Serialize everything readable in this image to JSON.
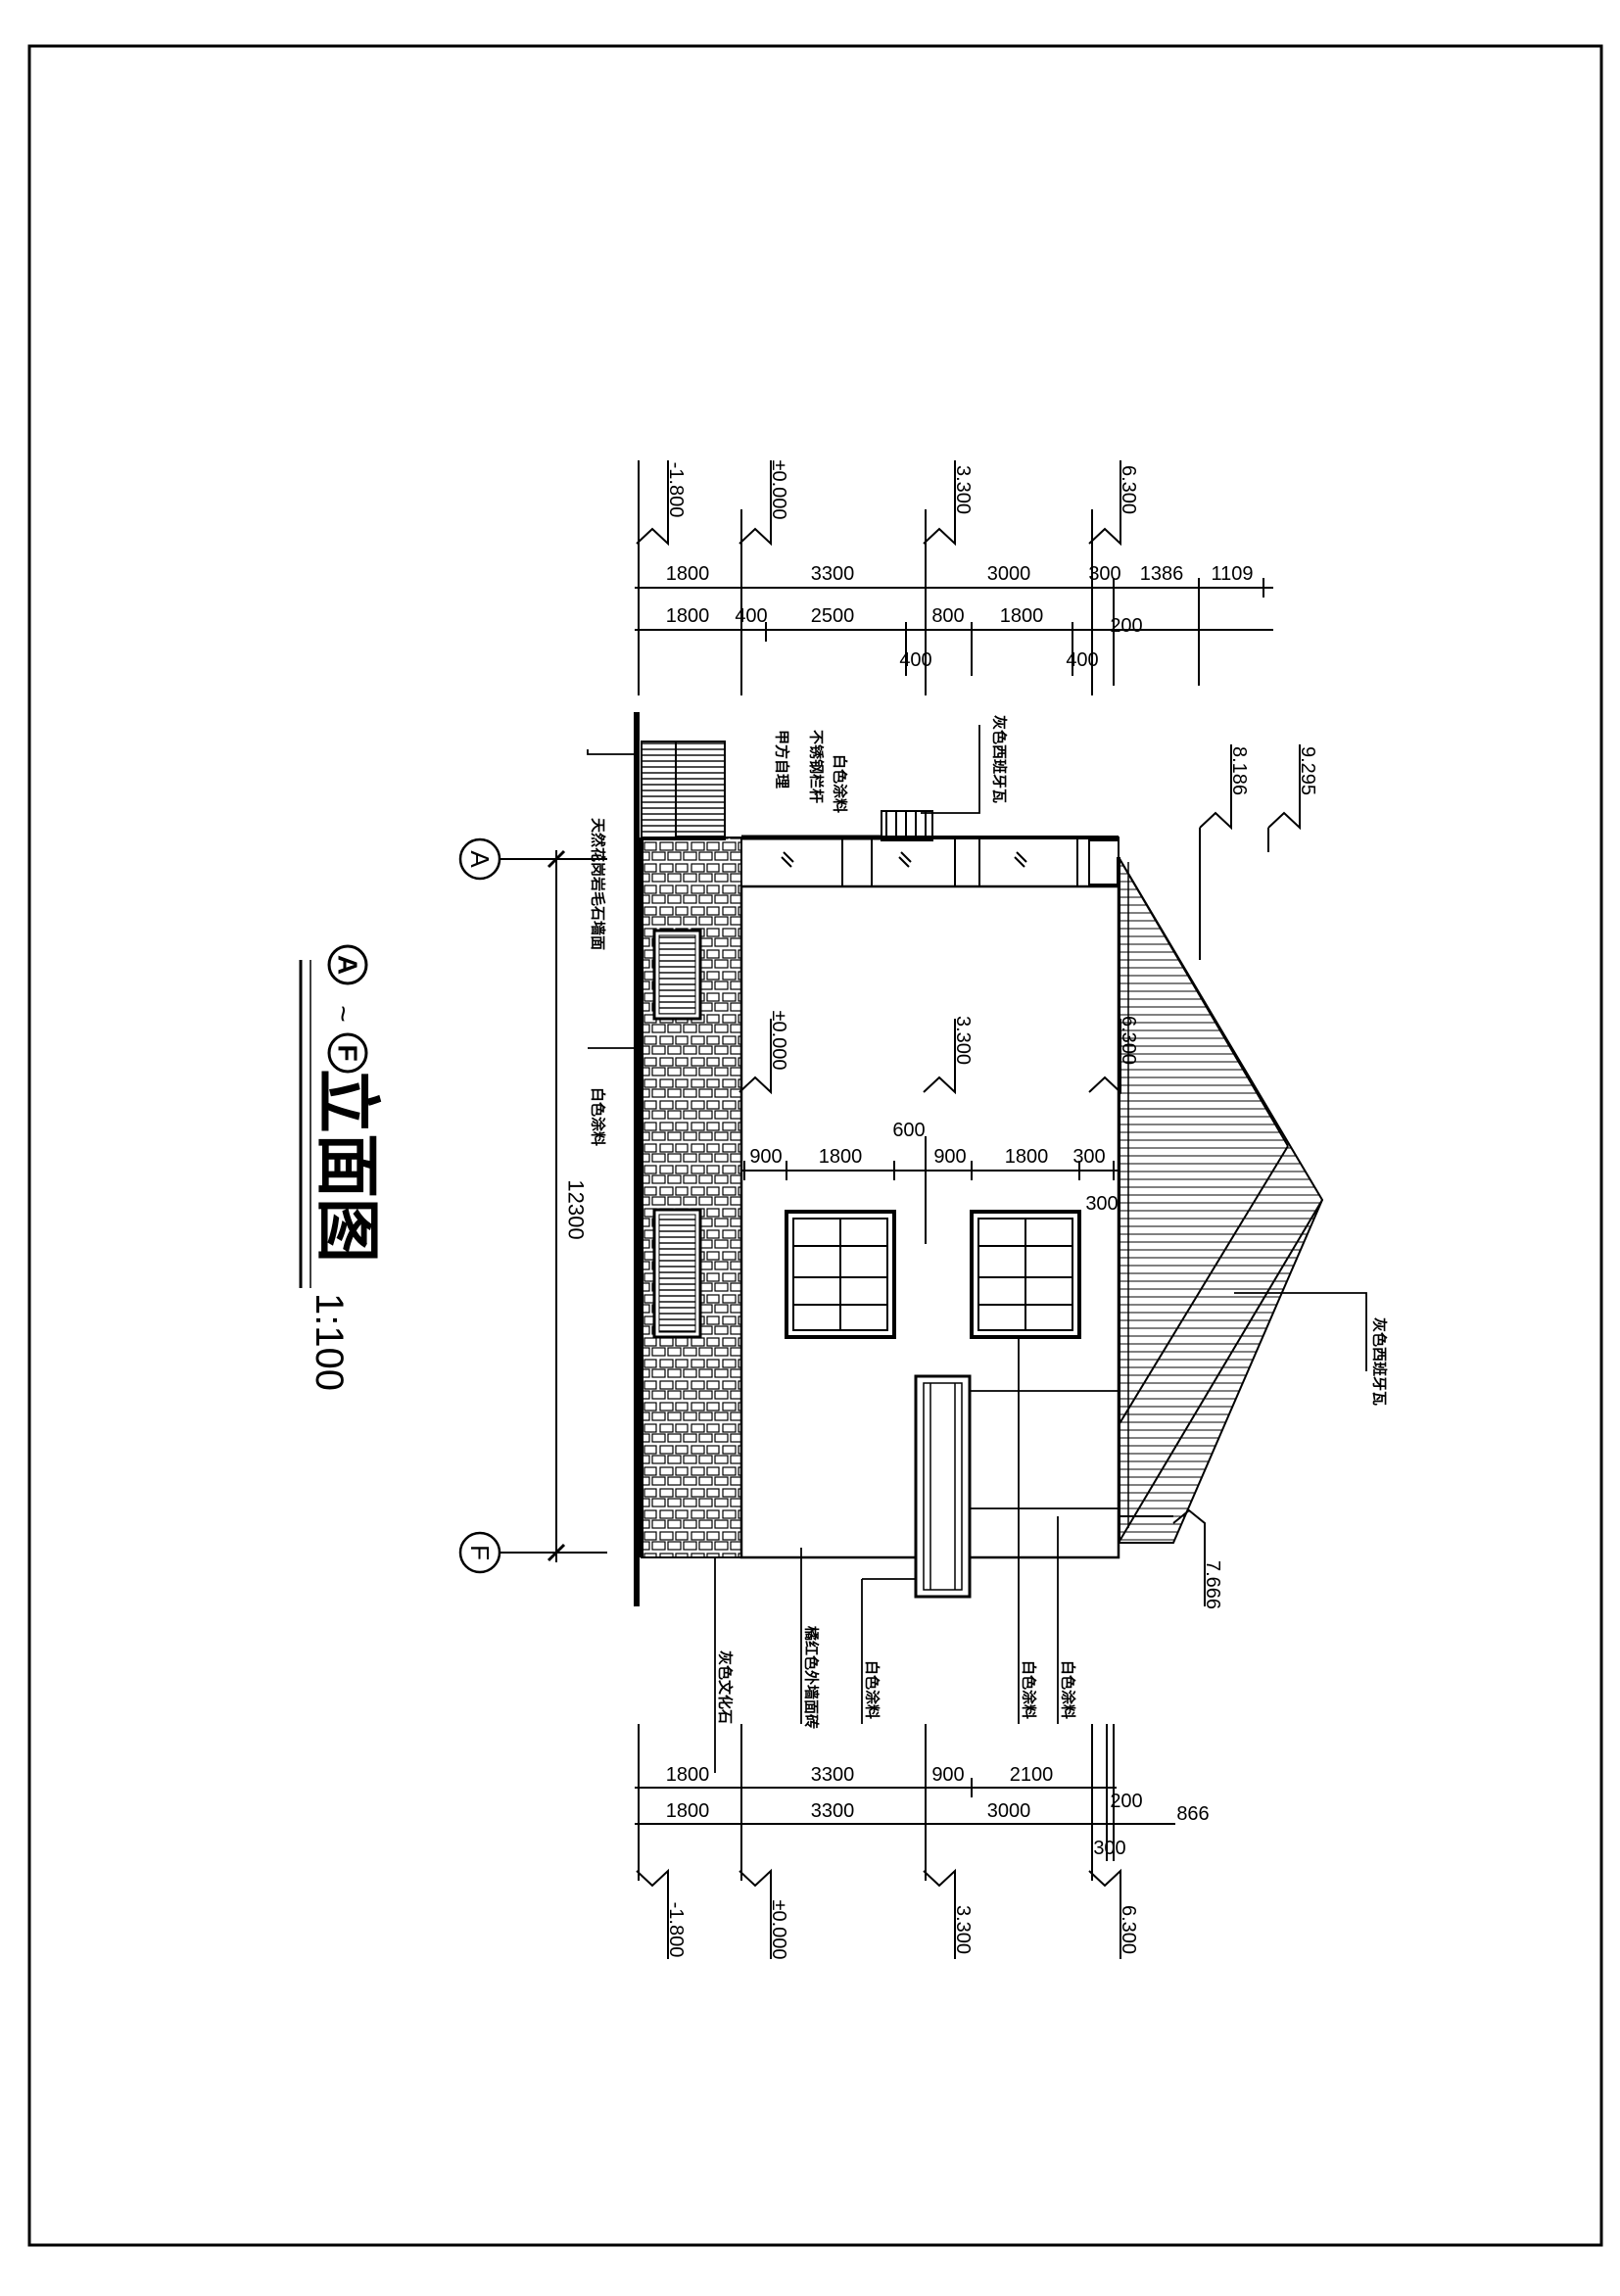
{
  "title": {
    "axis_from": "A",
    "axis_to": "F",
    "connector": "~",
    "name": "立面图",
    "scale": "1:100"
  },
  "axis_markers": {
    "start": "A",
    "end": "F"
  },
  "elevations": {
    "top_group": [
      "-1.800",
      "±0.000",
      "3.300",
      "6.300"
    ],
    "middle_group": [
      "±0.000",
      "3.300",
      "6.300"
    ],
    "bottom_group": [
      "-1.800",
      "±0.000",
      "3.300",
      "6.300"
    ],
    "roof_ridge": "9.295",
    "roof_upper": "8.186",
    "eave": "7.666"
  },
  "dimensions": {
    "top_row1": [
      "1800",
      "3300",
      "3000",
      "300",
      "1386",
      "1109"
    ],
    "top_row2": [
      "1800",
      "400",
      "2500",
      "800",
      "1800",
      "200"
    ],
    "top_row2_extra": [
      "400",
      "400"
    ],
    "middle_row": [
      "900",
      "1800",
      "600",
      "900",
      "1800",
      "300",
      "300"
    ],
    "overall_length": "12300",
    "bottom_row1": [
      "1800",
      "3300",
      "900",
      "2100",
      "200"
    ],
    "bottom_row2": [
      "1800",
      "3300",
      "3000",
      "866"
    ],
    "bottom_extra": "300"
  },
  "annotations": {
    "paint_white_1": "白色涂料",
    "stainless_railing": "不锈钢栏杆",
    "owner_choice": "甲方自理",
    "roof_tile_top": "灰色西班牙瓦",
    "granite_base": "天然花岗岩毛石墙面",
    "paint_white_2": "白色涂料",
    "roof_tile_right": "灰色西班牙瓦",
    "culture_stone": "灰色文化石",
    "wall_paint": "橘红色外墙面砖",
    "paint_white_3": "白色涂料",
    "paint_white_4": "白色涂料",
    "paint_white_5": "白色涂料"
  }
}
